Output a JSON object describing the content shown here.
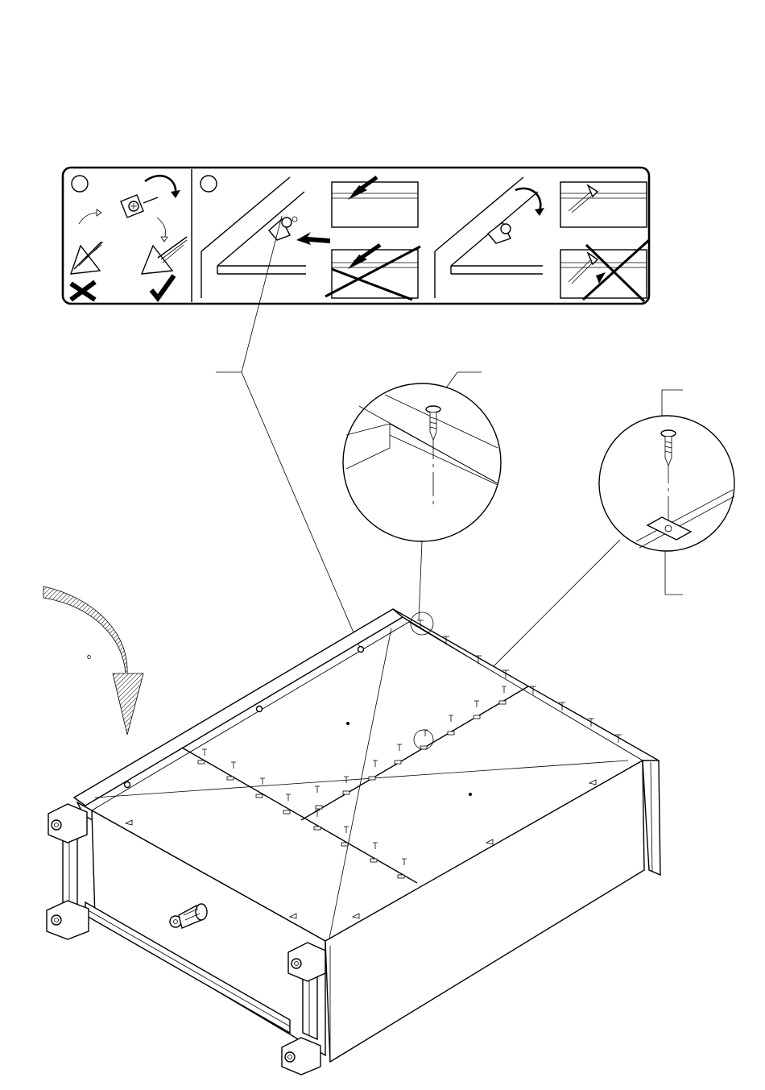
{
  "instruction_panel": {
    "step_markers": [
      "",
      ""
    ],
    "left_section_icons": [
      "rotate-arrow-icon",
      "cam-fitting-icon",
      "wrong-screw-angle-icon",
      "correct-screw-angle-icon",
      "cross-mark-icon",
      "check-mark-icon"
    ],
    "right_section_icons": [
      "push-arrow-icon",
      "rotate-arrow-icon",
      "correct-screw-icon",
      "wrong-screw-icon"
    ]
  },
  "detail_callouts": [
    "screw-into-edge-detail",
    "screw-with-bracket-detail"
  ],
  "rotation_hint": {
    "label": "o",
    "direction": "flip-over"
  },
  "main_assembly": {
    "description_icons": [
      "cabinet-base-icon",
      "adjustable-foot-icon",
      "corner-block-icon"
    ]
  },
  "colors": {
    "line": "#000000",
    "background": "#ffffff"
  }
}
